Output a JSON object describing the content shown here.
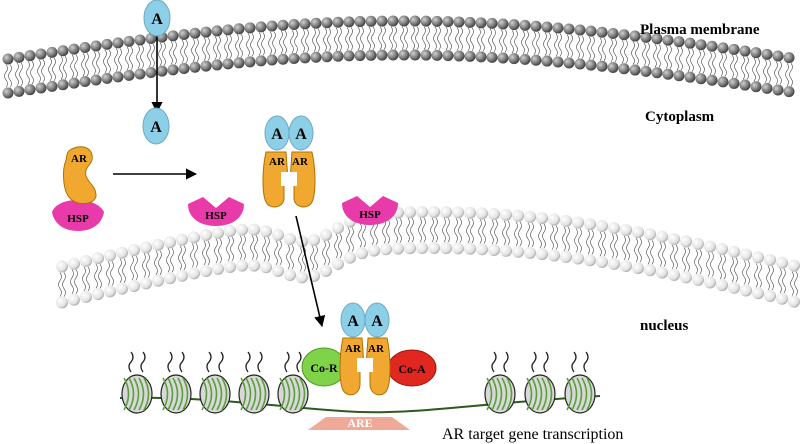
{
  "labels": {
    "plasma_membrane": "Plasma membrane",
    "cytoplasm": "Cytoplasm",
    "nucleus": "nucleus",
    "transcription": "AR target gene transcription"
  },
  "molecules": {
    "androgen": "A",
    "receptor": "AR",
    "hsp": "HSP",
    "corepressor": "Co-R",
    "coactivator": "Co-A",
    "response_element": "ARE"
  },
  "colors": {
    "androgen": "#8ecfe8",
    "receptor": "#f0a830",
    "hsp": "#e83aa8",
    "corepressor": "#7ed348",
    "coactivator": "#e02820",
    "response_element": "#f0a898",
    "membrane_head": "#707070",
    "nuclear_membrane_head": "#e6e6e6",
    "dna": "#2d5a1f"
  }
}
